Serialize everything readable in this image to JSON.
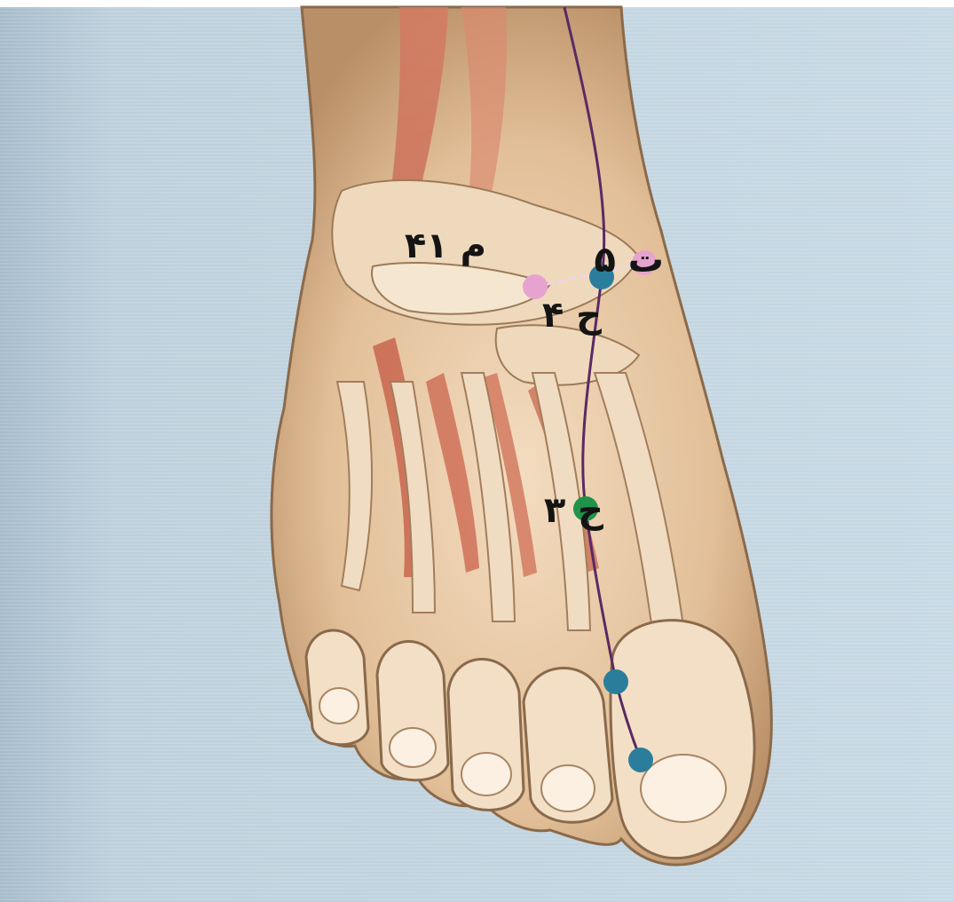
{
  "points": [
    {
      "id": "liver-4",
      "label": "ح ۴",
      "color": "#2a7e9b"
    },
    {
      "id": "liver-3",
      "label": "ح ۳",
      "color": "#21924a"
    },
    {
      "id": "gallbladder-41",
      "label": "م ۴۱",
      "color": "#e7a3cf"
    },
    {
      "id": "triple-5",
      "label": "ت ۵",
      "color": "#e7a3cf"
    },
    {
      "id": "liver-2",
      "label": "",
      "color": "#2a7e9b"
    },
    {
      "id": "liver-1",
      "label": "",
      "color": "#2a7e9b"
    }
  ],
  "meridian_color": "#5a2a63",
  "connector_color": "#f1d2e6"
}
